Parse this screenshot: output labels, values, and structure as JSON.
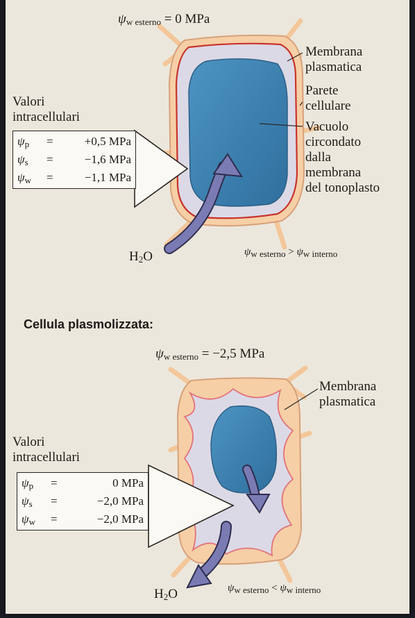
{
  "top_cell": {
    "psi_esterno_label": "w esterno",
    "psi_esterno_value": "= 0 MPa",
    "labels": {
      "membrana": [
        "Membrana",
        "plasmatica"
      ],
      "parete": [
        "Parete",
        "cellulare"
      ],
      "vacuolo": [
        "Vacuolo",
        "circondato",
        "dalla",
        "membrana",
        "del tonoplasto"
      ]
    },
    "valori_title": [
      "Valori",
      "intracellulari"
    ],
    "values": [
      {
        "sym": "p",
        "eq": "=",
        "val": "+0,5 MPa"
      },
      {
        "sym": "s",
        "eq": "=",
        "val": "−1,6 MPa"
      },
      {
        "sym": "w",
        "eq": "=",
        "val": "−1,1 MPa"
      }
    ],
    "water": {
      "H": "H",
      "sub": "2",
      "O": "O"
    },
    "relation": {
      "left": "w esterno",
      "op": ">",
      "right": "w interno"
    }
  },
  "bottom_cell": {
    "heading": "Cellula plasmolizzata:",
    "psi_esterno_label": "w esterno",
    "psi_esterno_value": "= −2,5 MPa",
    "labels": {
      "membrana": [
        "Membrana",
        "plasmatica"
      ]
    },
    "valori_title": [
      "Valori",
      "intracellulari"
    ],
    "values": [
      {
        "sym": "p",
        "eq": "=",
        "val": "0 MPa"
      },
      {
        "sym": "s",
        "eq": "=",
        "val": "−2,0 MPa"
      },
      {
        "sym": "w",
        "eq": "=",
        "val": "−2,0 MPa"
      }
    ],
    "water": {
      "H": "H",
      "sub": "2",
      "O": "O"
    },
    "relation": {
      "left": "w esterno",
      "op": "<",
      "right": "w interno"
    }
  },
  "colors": {
    "page": "#ece7dc",
    "cell_wall": "#f6cfa6",
    "wall_edge": "#d7a07a",
    "membrane_red": "#c8342c",
    "cytoplasm": "#dcd9e6",
    "vacuole": "#3e84b3",
    "arrow": "#7b7bb4"
  }
}
